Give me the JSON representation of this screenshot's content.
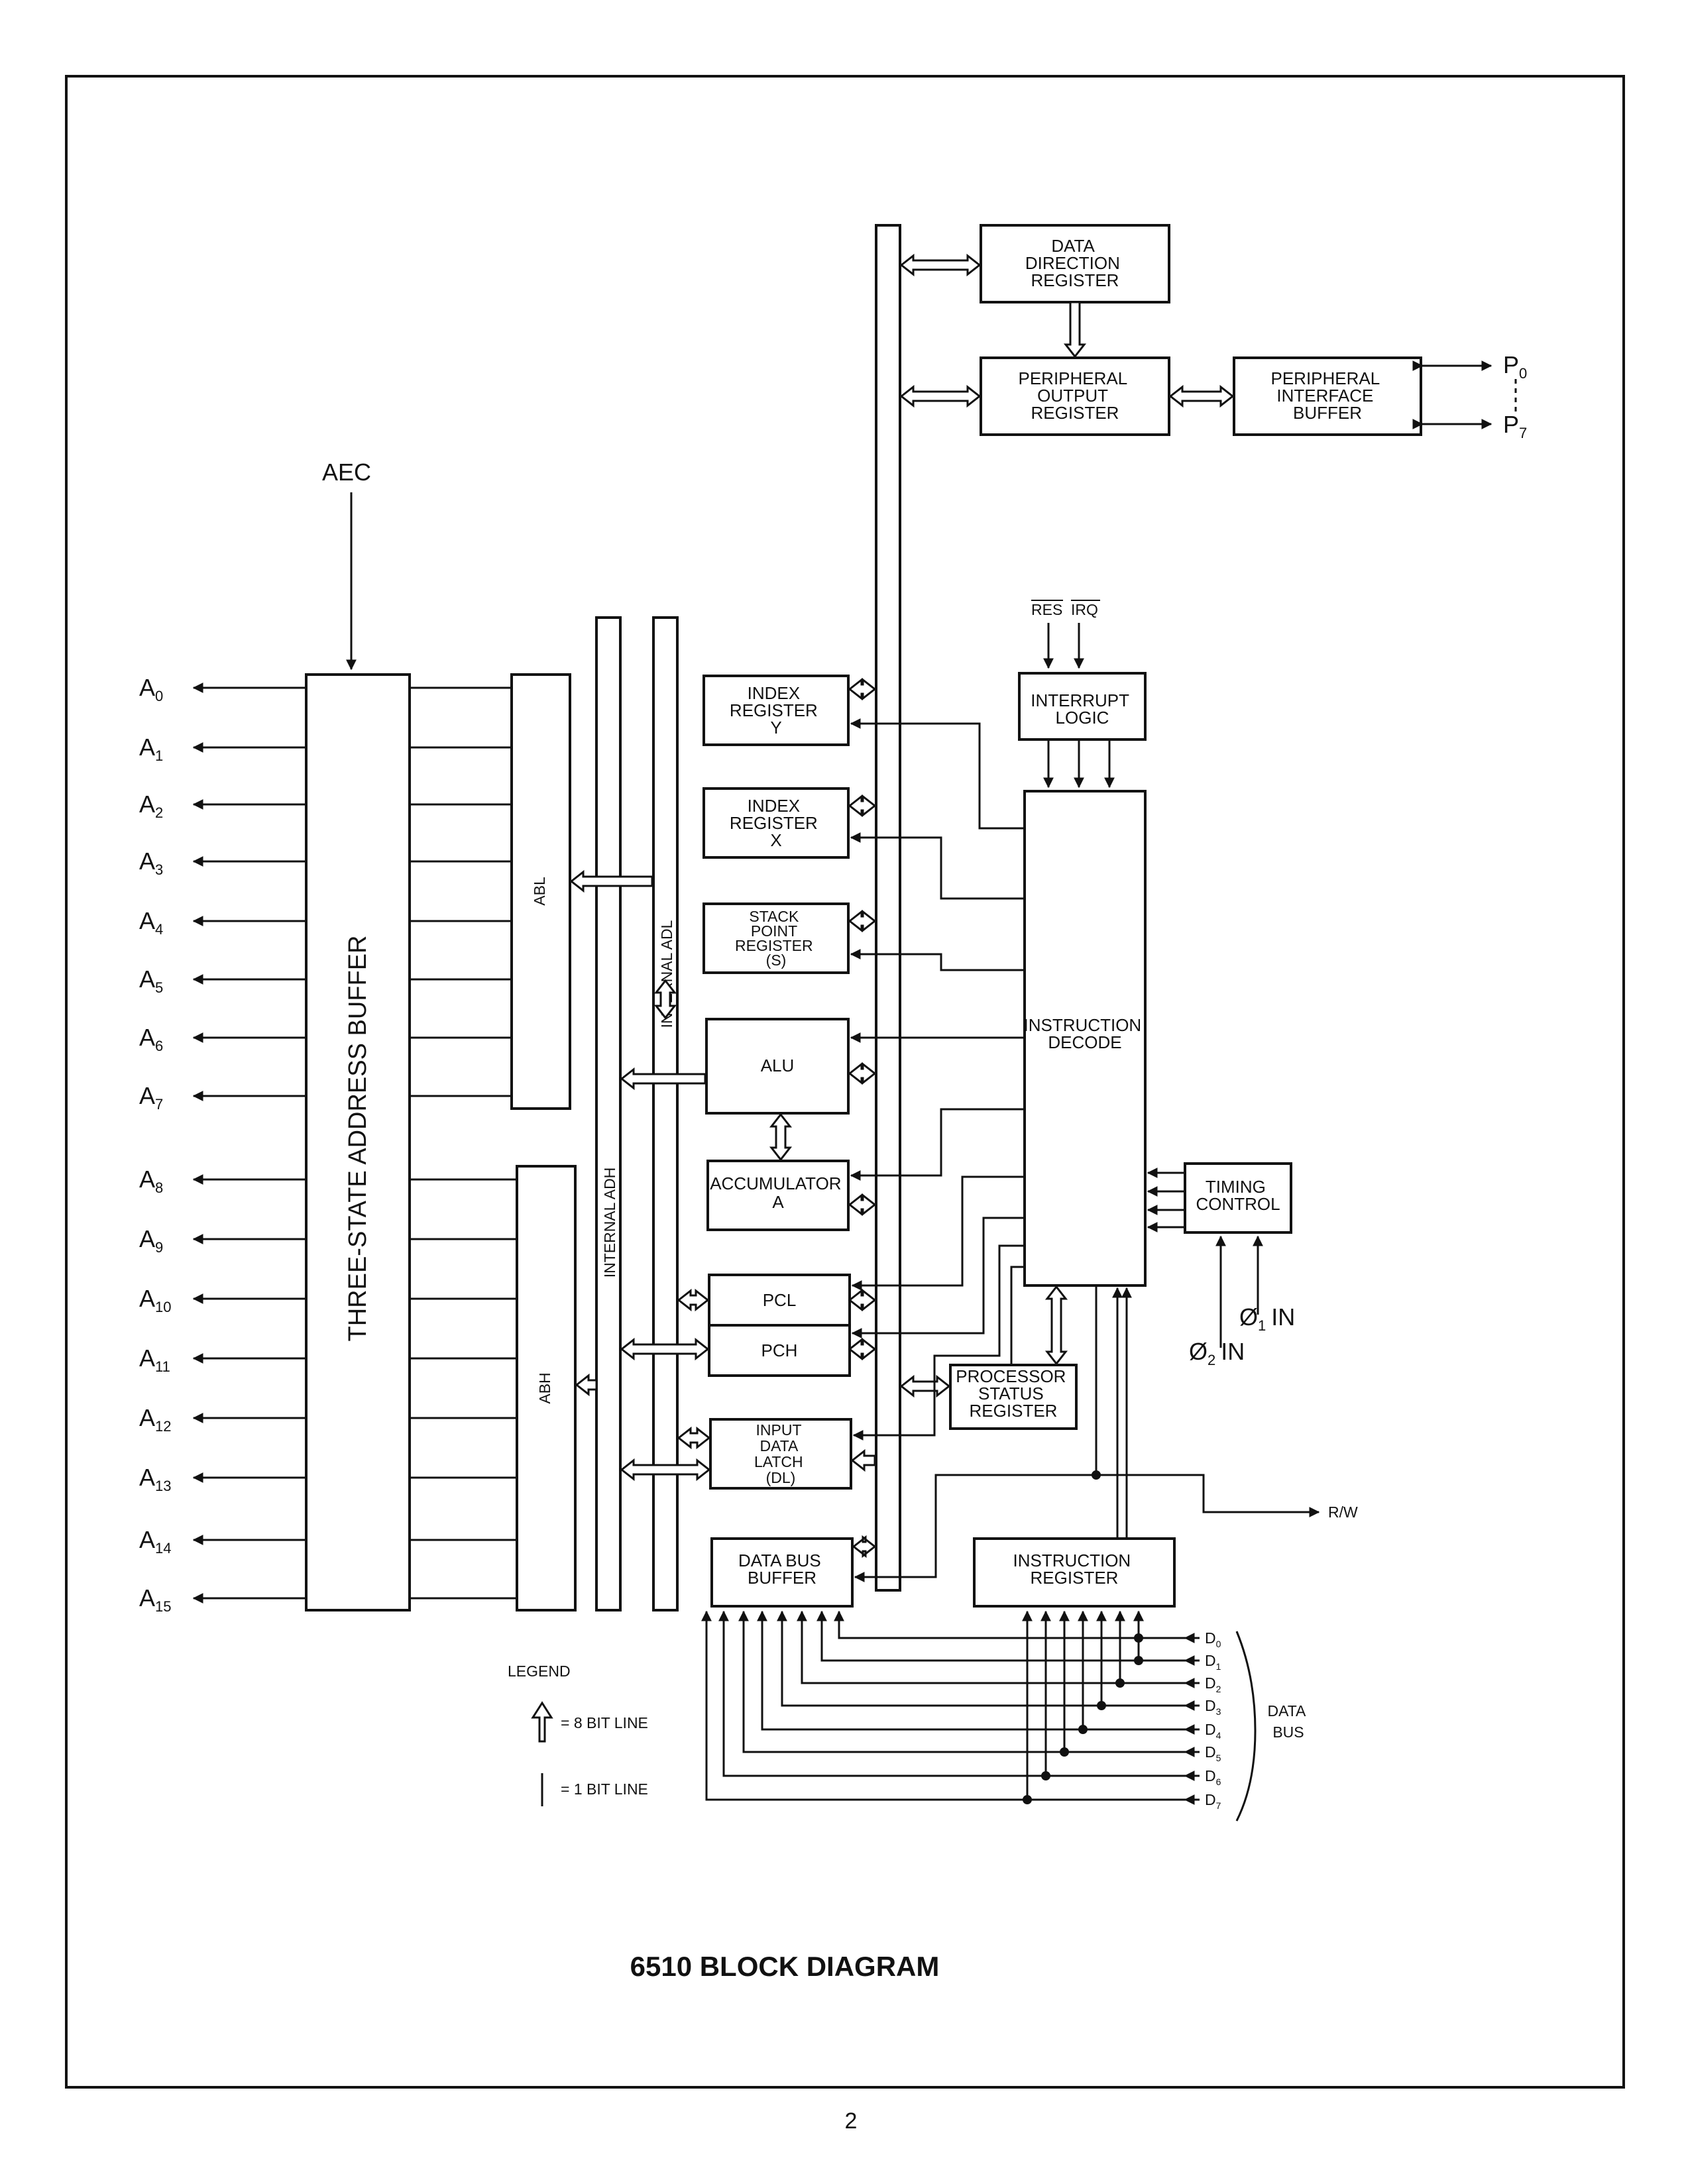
{
  "title": "6510 BLOCK DIAGRAM",
  "page_number": "2",
  "blocks": {
    "data_direction_register": [
      "DATA",
      "DIRECTION",
      "REGISTER"
    ],
    "peripheral_output_register": [
      "PERIPHERAL",
      "OUTPUT",
      "REGISTER"
    ],
    "peripheral_interface_buffer": [
      "PERIPHERAL",
      "INTERFACE",
      "BUFFER"
    ],
    "interrupt_logic": [
      "INTERRUPT",
      "LOGIC"
    ],
    "index_register_y": [
      "INDEX",
      "REGISTER",
      "Y"
    ],
    "index_register_x": [
      "INDEX",
      "REGISTER",
      "X"
    ],
    "stack_point_register": [
      "STACK",
      "POINT",
      "REGISTER",
      "(S)"
    ],
    "alu": "ALU",
    "accumulator": [
      "ACCUMULATOR",
      "A"
    ],
    "pcl": "PCL",
    "pch": "PCH",
    "input_data_latch": [
      "INPUT",
      "DATA",
      "LATCH",
      "(DL)"
    ],
    "data_bus_buffer": [
      "DATA BUS",
      "BUFFER"
    ],
    "instruction_register": [
      "INSTRUCTION",
      "REGISTER"
    ],
    "instruction_decode": [
      "INSTRUCTION",
      "DECODE"
    ],
    "timing_control": [
      "TIMING",
      "CONTROL"
    ],
    "processor_status_register": [
      "PROCESSOR",
      "STATUS",
      "REGISTER"
    ],
    "three_state_address_buffer": "THREE-STATE ADDRESS BUFFER",
    "abl": "ABL",
    "abh": "ABH",
    "internal_adh": "INTERNAL ADH",
    "internal_adl": "INTERNAL ADL"
  },
  "signals": {
    "aec": "AEC",
    "res": "RES",
    "irq": "IRQ",
    "rw": "R/W",
    "phi1_in": "Ø",
    "phi1_sub": "1",
    "phi2_in": "Ø",
    "phi2_sub": "2",
    "in_label": "IN",
    "p0": "P",
    "p0_sub": "0",
    "p7": "P",
    "p7_sub": "7"
  },
  "address_pins": [
    "A",
    "A",
    "A",
    "A",
    "A",
    "A",
    "A",
    "A",
    "A",
    "A",
    "A",
    "A",
    "A",
    "A",
    "A",
    "A"
  ],
  "address_subs": [
    "0",
    "1",
    "2",
    "3",
    "4",
    "5",
    "6",
    "7",
    "8",
    "9",
    "10",
    "11",
    "12",
    "13",
    "14",
    "15"
  ],
  "data_pins": [
    "D",
    "D",
    "D",
    "D",
    "D",
    "D",
    "D",
    "D"
  ],
  "data_subs": [
    "0",
    "1",
    "2",
    "3",
    "4",
    "5",
    "6",
    "7"
  ],
  "data_bus_label": [
    "DATA",
    "BUS"
  ],
  "legend": {
    "title": "LEGEND",
    "eight_bit": "= 8 BIT LINE",
    "one_bit": "= 1 BIT LINE"
  }
}
